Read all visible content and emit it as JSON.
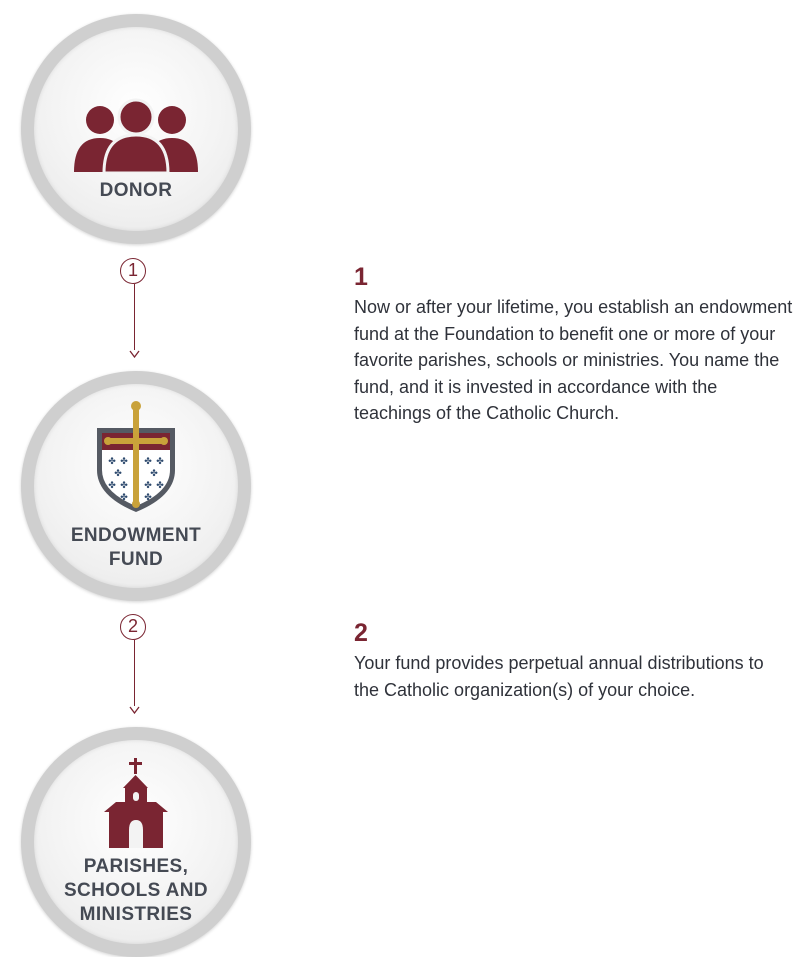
{
  "colors": {
    "accent": "#7a2532",
    "label": "#454a54",
    "body_text": "#2f323a",
    "ring": "#cfcfcf",
    "shield_blue": "#2e4a6e",
    "cross_gold": "#c9a23a"
  },
  "nodes": [
    {
      "label": "DONOR",
      "icon": "people-group-icon"
    },
    {
      "label": "ENDOWMENT\nFUND",
      "icon": "shield-cross-icon"
    },
    {
      "label": "PARISHES,\nSCHOOLS AND\nMINISTRIES",
      "icon": "church-icon"
    }
  ],
  "steps": [
    {
      "number": "1",
      "marker": "1",
      "text": "Now or after your lifetime, you establish an endowment fund at the Foundation to benefit one or more of your favorite parishes, schools or ministries. You name the fund, and it is invested in accordance with the teachings of the Catholic Church."
    },
    {
      "number": "2",
      "marker": "2",
      "text": "Your fund provides perpetual annual distributions to the Catholic organization(s) of your choice."
    }
  ]
}
